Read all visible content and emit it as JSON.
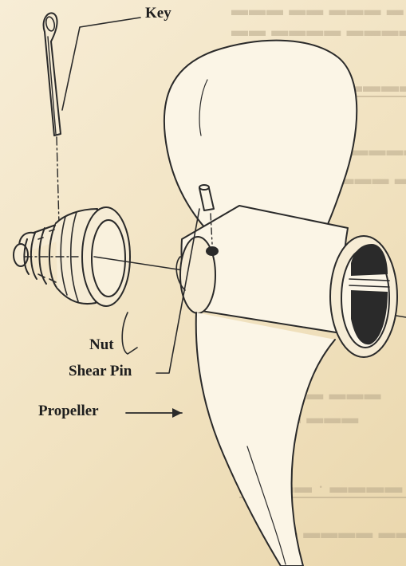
{
  "labels": {
    "key": "Key",
    "nut": "Nut",
    "shear_pin": "Shear Pin",
    "propeller": "Propeller"
  }
}
